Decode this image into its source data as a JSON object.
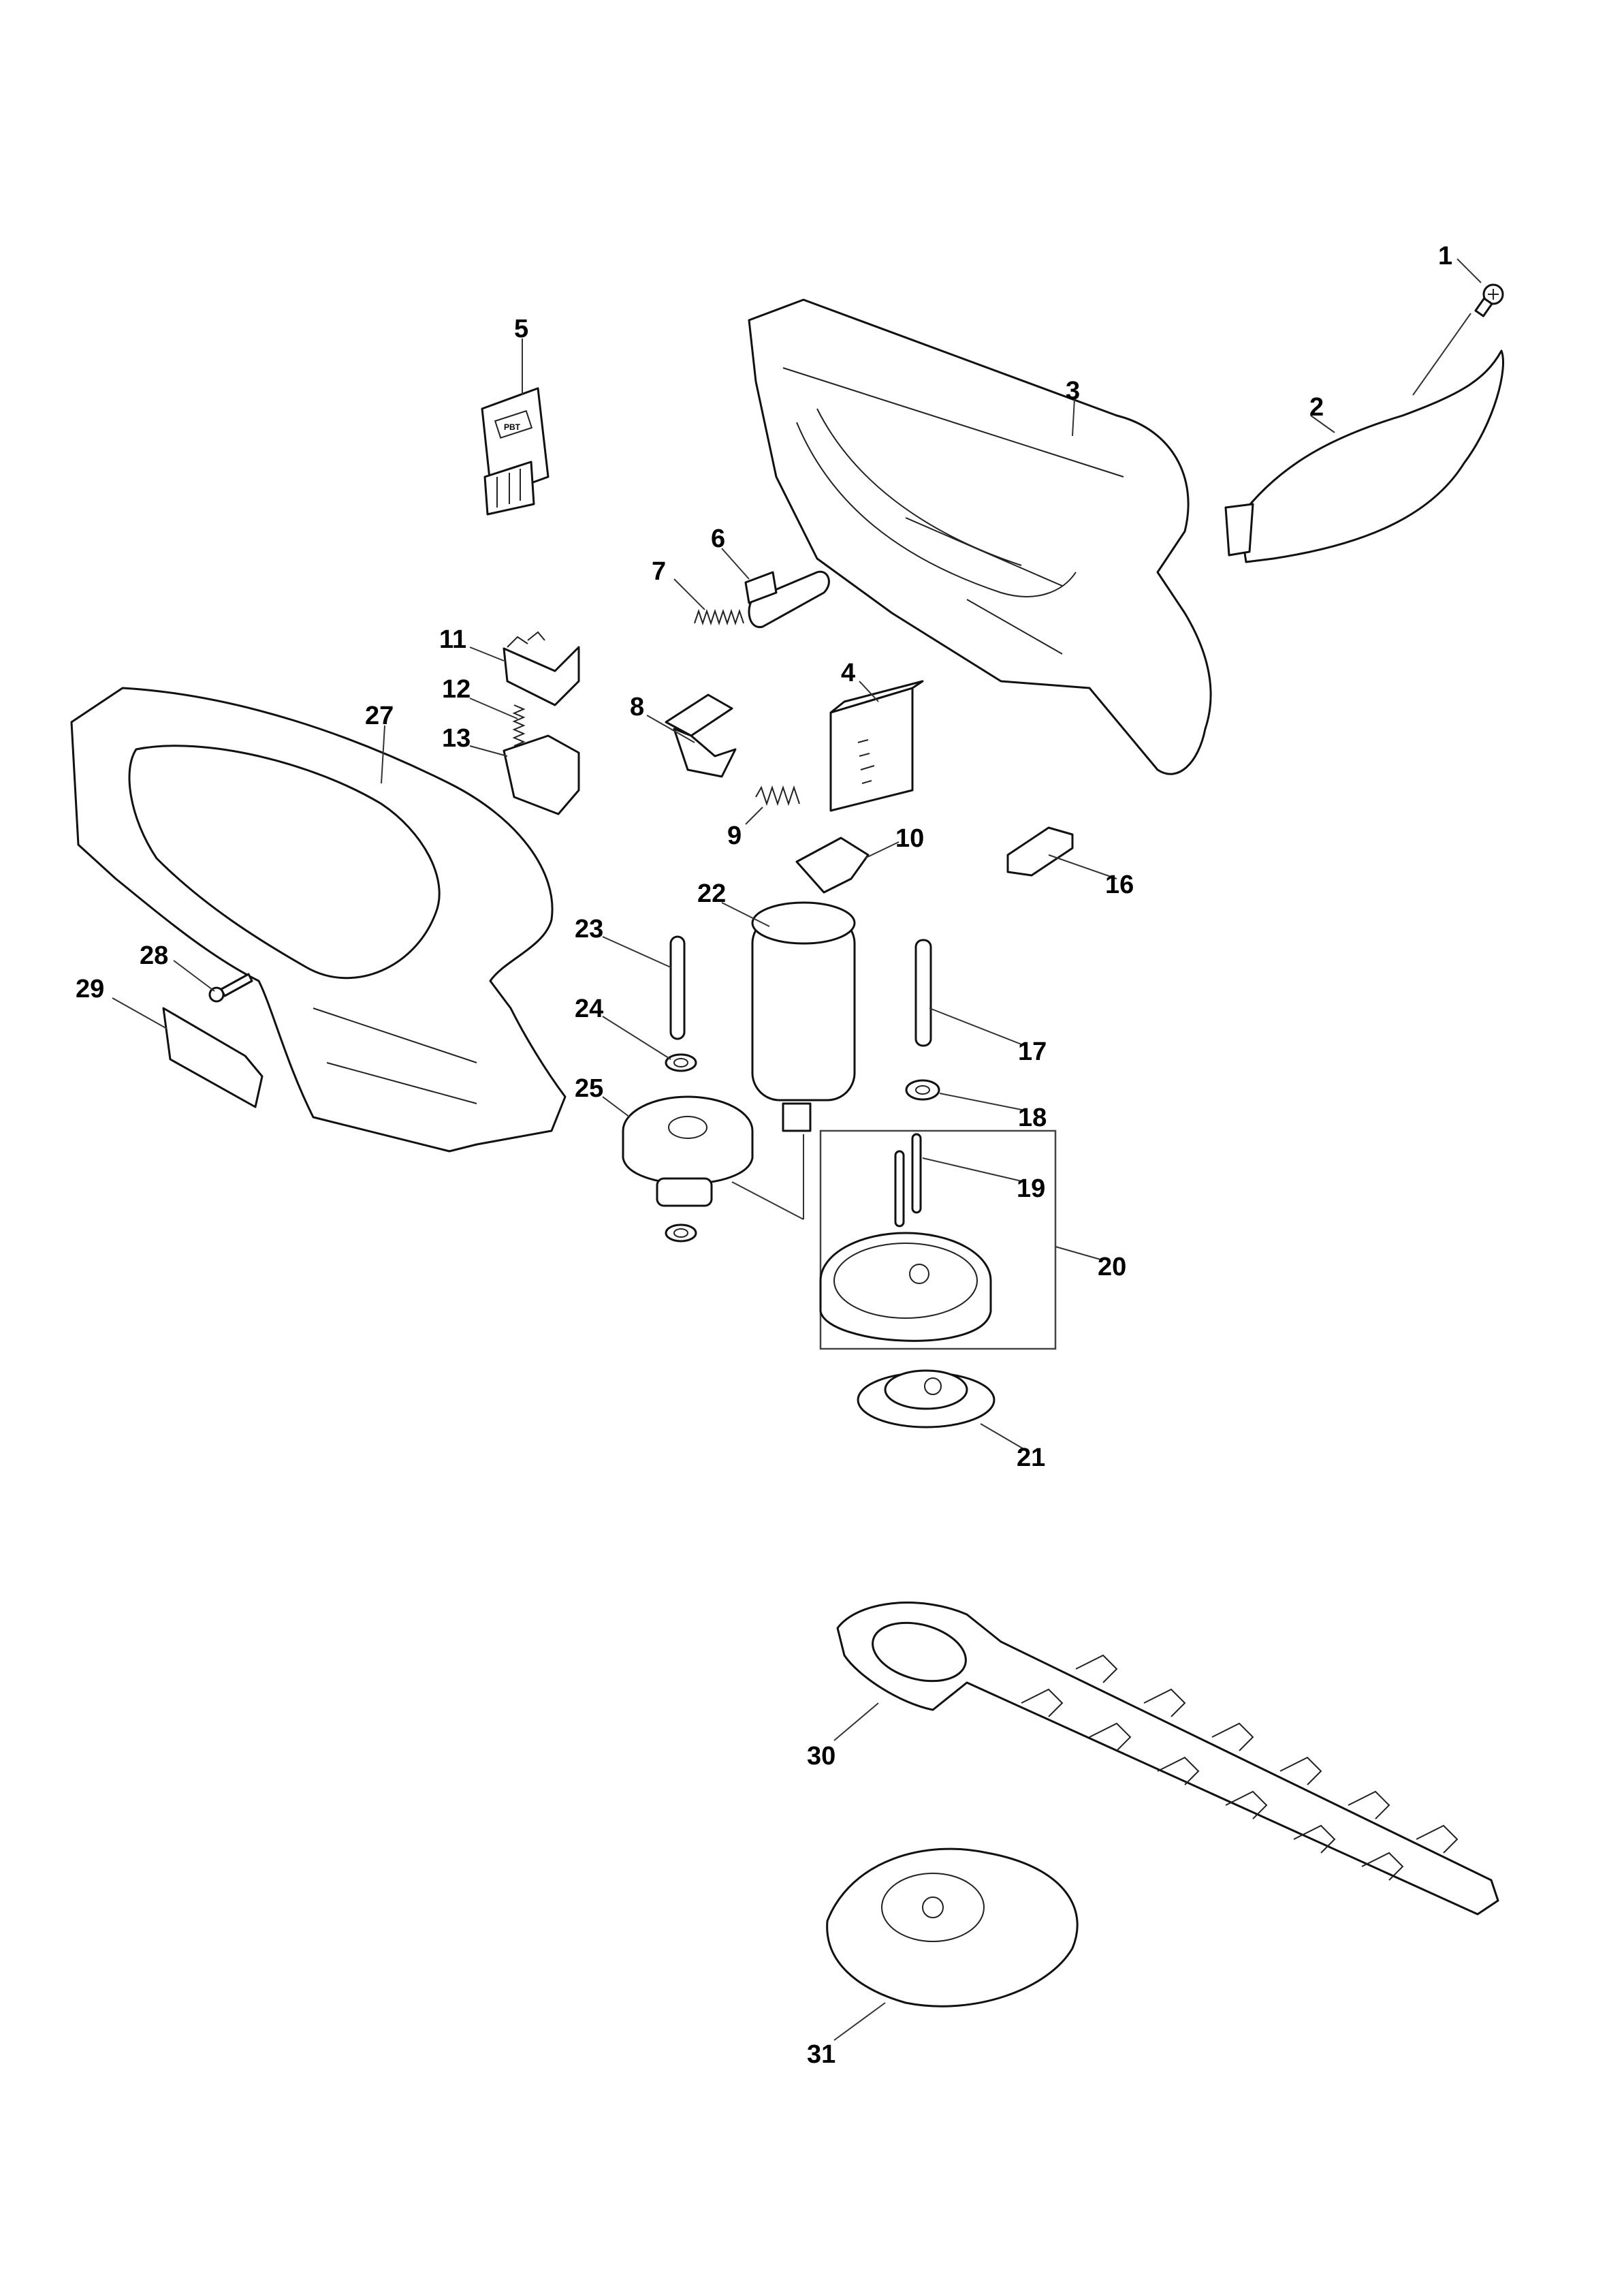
{
  "diagram": {
    "type": "exploded-parts-diagram",
    "subject": "cordless hedge trimmer / shear",
    "background_color": "#ffffff",
    "line_color": "#111111",
    "part5_marking": "PBT",
    "callouts": [
      {
        "id": "1",
        "label": "1"
      },
      {
        "id": "2",
        "label": "2"
      },
      {
        "id": "3",
        "label": "3"
      },
      {
        "id": "4",
        "label": "4"
      },
      {
        "id": "5",
        "label": "5"
      },
      {
        "id": "6",
        "label": "6"
      },
      {
        "id": "7",
        "label": "7"
      },
      {
        "id": "8",
        "label": "8"
      },
      {
        "id": "9",
        "label": "9"
      },
      {
        "id": "10",
        "label": "10"
      },
      {
        "id": "11",
        "label": "11"
      },
      {
        "id": "12",
        "label": "12"
      },
      {
        "id": "13",
        "label": "13"
      },
      {
        "id": "16",
        "label": "16"
      },
      {
        "id": "17",
        "label": "17"
      },
      {
        "id": "18",
        "label": "18"
      },
      {
        "id": "19",
        "label": "19"
      },
      {
        "id": "20",
        "label": "20"
      },
      {
        "id": "21",
        "label": "21"
      },
      {
        "id": "22",
        "label": "22"
      },
      {
        "id": "23",
        "label": "23"
      },
      {
        "id": "24",
        "label": "24"
      },
      {
        "id": "25",
        "label": "25"
      },
      {
        "id": "27",
        "label": "27"
      },
      {
        "id": "28",
        "label": "28"
      },
      {
        "id": "29",
        "label": "29"
      },
      {
        "id": "30",
        "label": "30"
      },
      {
        "id": "31",
        "label": "31"
      }
    ]
  }
}
